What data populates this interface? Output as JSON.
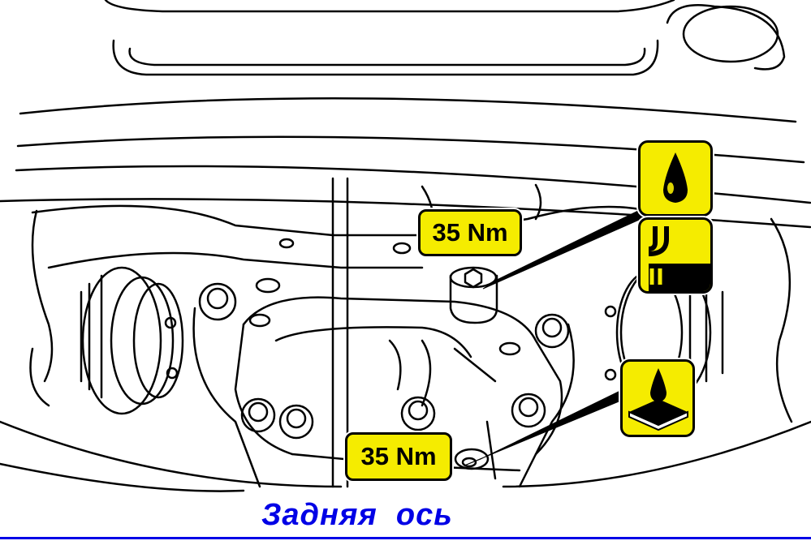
{
  "labels": {
    "torque_upper": "35 Nm",
    "torque_lower": "35 Nm"
  },
  "caption": "Задняя  ось",
  "icons": {
    "oil_fill": "oil-drop-icon",
    "oil_level": "oil-level-icon",
    "sealant": "sealant-drop-icon"
  },
  "colors": {
    "label_fill": "#f5ec00",
    "caption_text": "#0000e6",
    "line": "#000000"
  }
}
